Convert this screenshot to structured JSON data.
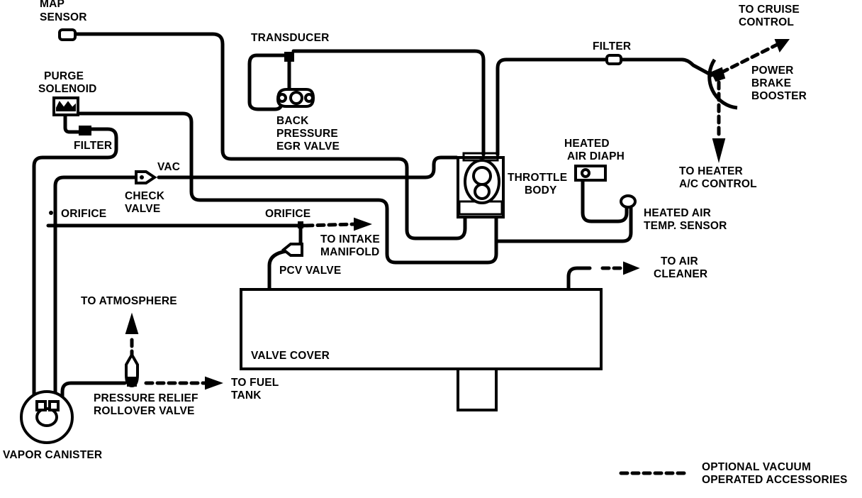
{
  "labels": {
    "map_sensor": [
      "MAP",
      "SENSOR"
    ],
    "transducer": "TRANSDUCER",
    "back_pressure_egr": [
      "BACK",
      "PRESSURE",
      "EGR VALVE"
    ],
    "filter_top": "FILTER",
    "to_cruise_control": [
      "TO CRUISE",
      "CONTROL"
    ],
    "power_brake_booster": [
      "POWER",
      "BRAKE",
      "BOOSTER"
    ],
    "purge_solenoid": [
      "PURGE",
      "SOLENOID"
    ],
    "filter_left": "FILTER",
    "vac": "VAC",
    "check_valve": [
      "CHECK",
      "VALVE"
    ],
    "throttle_body": [
      "THROTTLE",
      "BODY"
    ],
    "heated_air_diaph": [
      "HEATED",
      "AIR DIAPH"
    ],
    "to_heater_ac": [
      "TO HEATER",
      "A/C CONTROL"
    ],
    "orifice_left": "ORIFICE",
    "orifice_mid": "ORIFICE",
    "to_intake_manifold": [
      "TO INTAKE",
      "MANIFOLD"
    ],
    "heated_air_temp_sensor": [
      "HEATED AIR",
      "TEMP. SENSOR"
    ],
    "pcv_valve": "PCV VALVE",
    "to_air_cleaner": [
      "TO AIR",
      "CLEANER"
    ],
    "to_atmosphere": "TO ATMOSPHERE",
    "valve_cover": "VALVE COVER",
    "pressure_relief": [
      "PRESSURE RELIEF",
      "ROLLOVER VALVE"
    ],
    "to_fuel_tank": [
      "TO FUEL",
      "TANK"
    ],
    "vapor_canister": "VAPOR CANISTER",
    "legend": [
      "OPTIONAL VACUUM",
      "OPERATED ACCESSORIES"
    ]
  }
}
